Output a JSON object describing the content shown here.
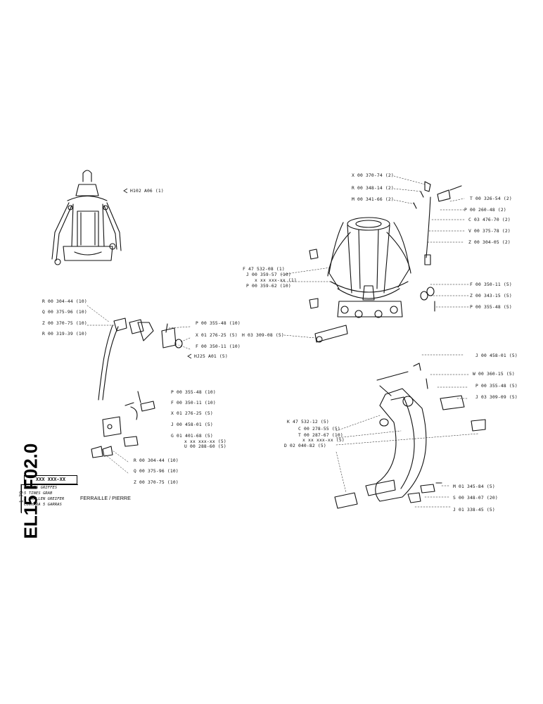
{
  "title_block": {
    "sheet_code": "EL15 F02.0",
    "date": "1-79",
    "part_code": "XXX XXX-XX",
    "lang_lines": [
      "BENNES GRIFFES",
      "5 TINES GRAB",
      "5 KRALLEN GREIFER",
      "CUCHARA 5 GARRAS"
    ],
    "description": "FERRAILLE / PIERRE"
  },
  "labels": {
    "top_left": [
      "H102 A06 (1)"
    ],
    "top_right": [
      "X 00 370-74 (2)",
      "R 00 348-14 (2)",
      "M 00 341-66 (2)",
      "T 00 326-54 (2)",
      "P 00 260-48 (2)",
      "C 03 476-70 (2)",
      "V 00 375-78 (2)",
      "Z 00 304-05 (2)",
      "F 47 532-08 (1)",
      "J 00 359-57 (10)",
      "x xx xxx-xx (1)",
      "P 00 359-62 (10)",
      "F 00 350-11 (5)",
      "Z 00 343-15 (5)",
      "P 00 355-48 (5)",
      "H 03 309-08 (5)"
    ],
    "hose_left": [
      "R 00 304-44 (10)",
      "Q 00 375-96 (10)",
      "Z 00 370-75 (10)",
      "R 00 319-39 (10)"
    ],
    "hose_right": [
      "P 00 355-48 (10)",
      "X 01 276-25 (5)",
      "F 00 350-11 (10)",
      "HJ25 A01 (5)"
    ],
    "mid_stack": [
      "P 00 355-48 (10)",
      "F 00 350-11 (10)",
      "X 01 276-25 (5)",
      "J 00 458-01 (5)",
      "G 01 401-68 (5)",
      "x xx xxx-xx (5)",
      "U 00 288-60 (5)"
    ],
    "bottom_left": [
      "R 00 304-44 (10)",
      "Q 00 375-96 (10)",
      "Z 00 370-75 (10)"
    ],
    "tine_right": [
      "J 00 458-01 (5)",
      "W 00 360-15 (5)",
      "P 00 355-48 (5)",
      "J 03 309-09 (5)"
    ],
    "tine_left": [
      "K 47 532-12 (5)",
      "C 00 278-55 (5)",
      "T 00 287-67 (10)",
      "x xx xxx-xx (5)",
      "D 02 040-82 (5)"
    ],
    "tine_bottom": [
      "M 01 345-84 (5)",
      "S 00 348-07 (20)",
      "J 01 338-45 (5)"
    ]
  }
}
